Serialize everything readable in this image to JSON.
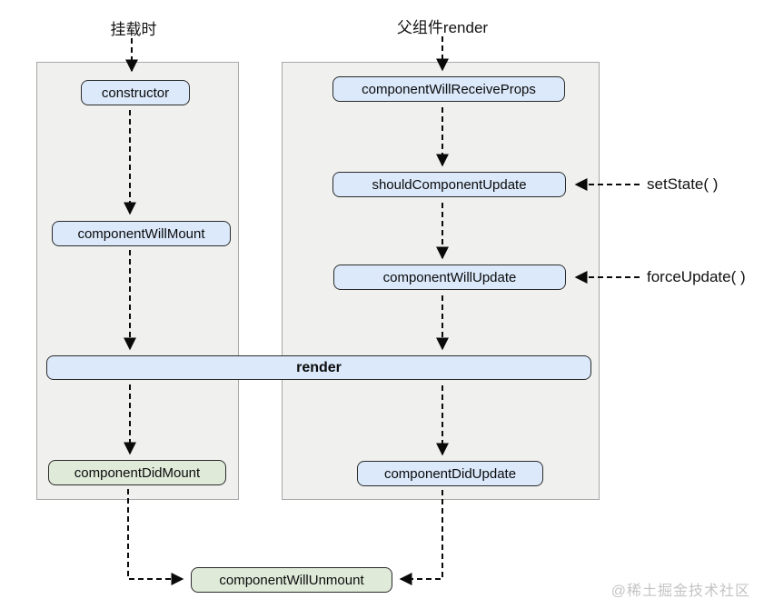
{
  "titles": {
    "mount": "挂载时",
    "parent_render": "父组件render"
  },
  "nodes": {
    "left": [
      {
        "label": "constructor"
      },
      {
        "label": "componentWillMount"
      },
      {
        "label": "componentDidMount"
      }
    ],
    "right": [
      {
        "label": "componentWillReceiveProps"
      },
      {
        "label": "shouldComponentUpdate"
      },
      {
        "label": "componentWillUpdate"
      },
      {
        "label": "componentDidUpdate"
      }
    ],
    "render": {
      "label": "render"
    },
    "unmount": {
      "label": "componentWillUnmount"
    }
  },
  "side_labels": {
    "set_state": "setState( )",
    "force_update": "forceUpdate( )"
  },
  "watermark": "@稀土掘金技术社区",
  "colors": {
    "panel_fill": "#f0f0ee",
    "panel_border": "#a8a8a8",
    "node_blue": "#dbe9fb",
    "node_green": "#dfead9",
    "node_border": "#2b2b2b",
    "arrow": "#0a0a0a",
    "watermark": "#c4c4c4"
  }
}
